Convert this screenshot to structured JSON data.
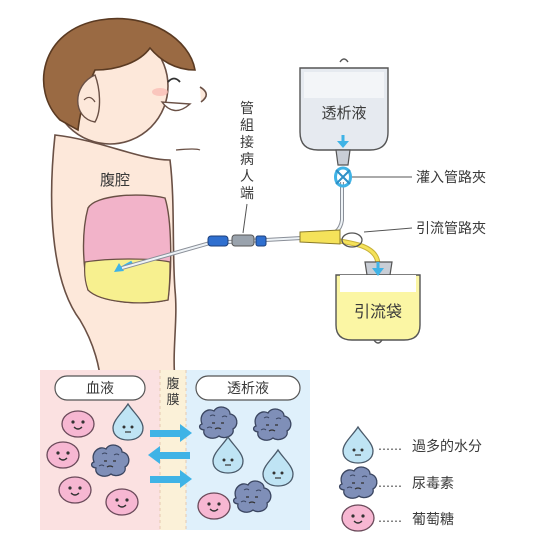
{
  "labels": {
    "peritoneal_cavity": "腹腔",
    "patient_connector": [
      "管",
      "組",
      "接",
      "病",
      "人",
      "端"
    ],
    "dialysate": "透析液",
    "inflow_clamp": "灌入管路夾",
    "outflow_clamp": "引流管路夾",
    "drain_bag": "引流袋"
  },
  "membrane_diagram": {
    "blood_header": "血液",
    "membrane_label": [
      "腹",
      "膜"
    ],
    "dialysate_header": "透析液"
  },
  "legend": [
    {
      "icon": "water-drop-icon",
      "dots": "……",
      "text": "過多的水分"
    },
    {
      "icon": "urea-icon",
      "dots": "……",
      "text": "尿毒素"
    },
    {
      "icon": "glucose-icon",
      "dots": "……",
      "text": "葡萄糖"
    }
  ],
  "colors": {
    "skin": "#fde8da",
    "hair": "#9a6a43",
    "abdomen": "#f2b3c9",
    "fluid": "#f7f08f",
    "bag_fill": "#e6eaf0",
    "blood_bg": "#fbe1e1",
    "dialysate_bg": "#dff0fb",
    "membrane_bg": "#fbf1d8",
    "arrow": "#3fb3e6",
    "glucose": "#f7b7d2",
    "water": "#bfe4f4",
    "urea": "#7f8fb8"
  }
}
